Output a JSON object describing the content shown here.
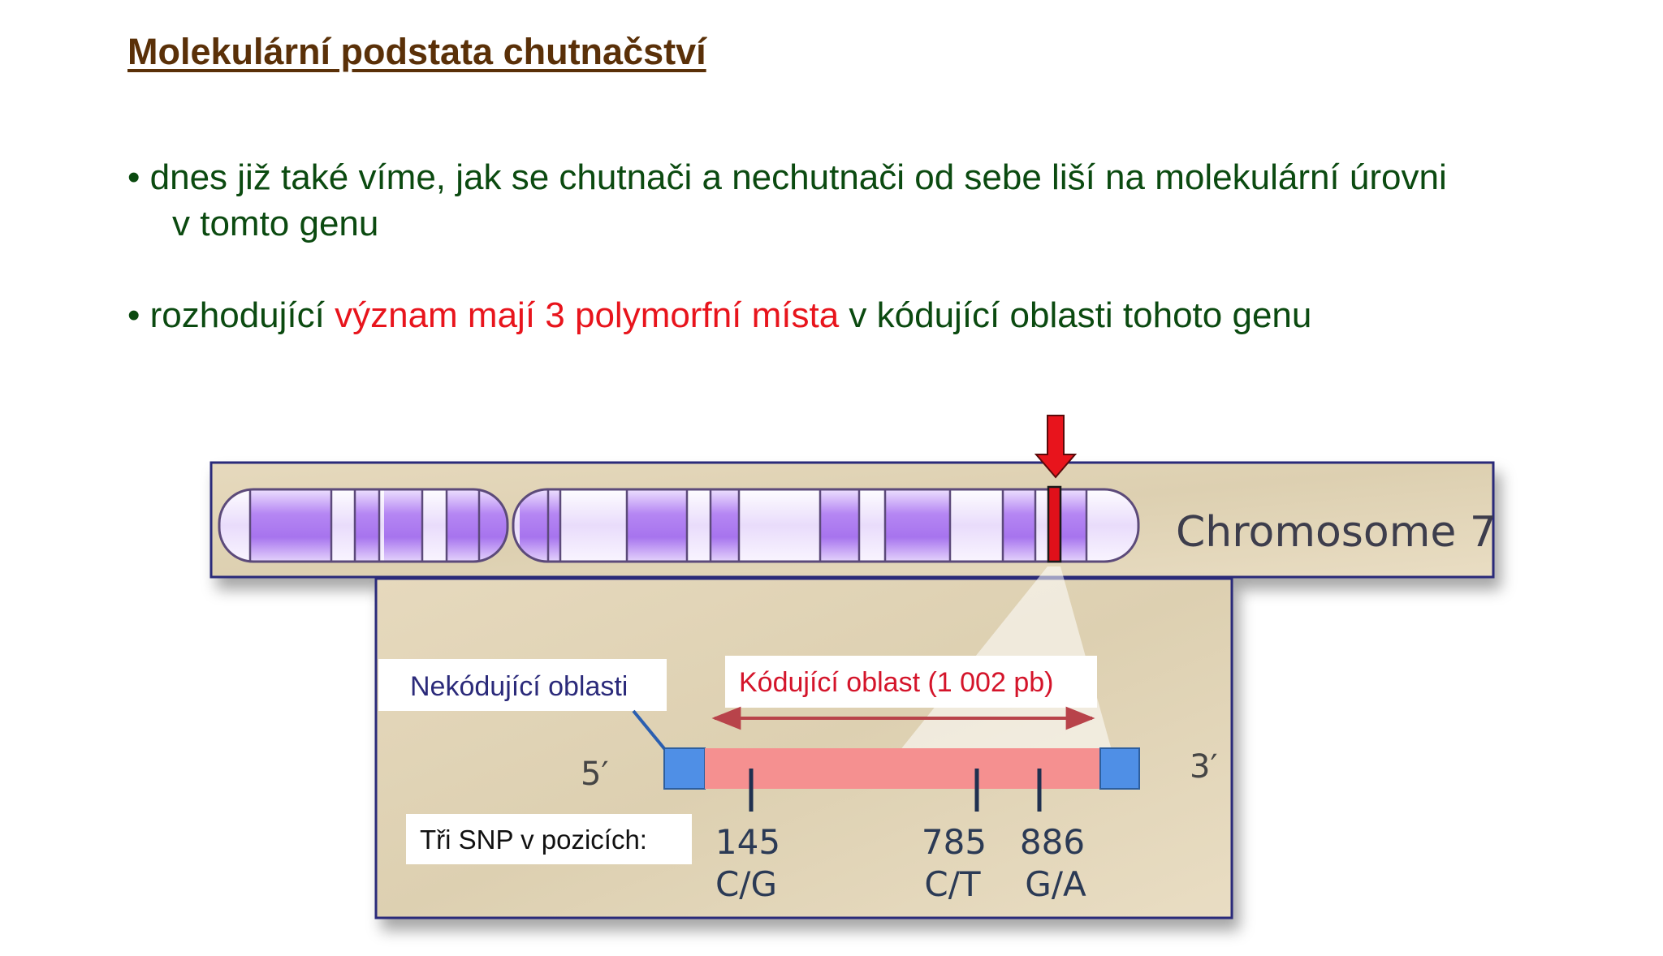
{
  "slide": {
    "title": "Molekulární podstata chutnačství",
    "bullets": [
      {
        "lines": [
          "dnes již také víme, jak se chutnači a nechutnači od sebe liší na molekulární úrovni",
          "v tomto genu"
        ]
      },
      {
        "parts": [
          {
            "text": "rozhodující ",
            "color": "#0b4a10"
          },
          {
            "text": "význam mají 3 polymorfní místa",
            "color": "#e8141c"
          },
          {
            "text": " v kódující oblasti tohoto genu",
            "color": "#0b4a10"
          }
        ]
      }
    ]
  },
  "figure": {
    "chromosome_label": "Chromosome 7",
    "noncoding_label": "Nekódující oblasti",
    "coding_label": "Kódující oblast (1 002 pb)",
    "five_prime": "5′",
    "three_prime": "3′",
    "snp_label": "Tři SNP v pozicích:",
    "snps": [
      {
        "position": "145",
        "alleles": "C/G"
      },
      {
        "position": "785",
        "alleles": "C/T"
      },
      {
        "position": "886",
        "alleles": "G/A"
      }
    ],
    "colors": {
      "coding": "#f59090",
      "noncoding": "#4f8fe6",
      "marker": "#e0101a",
      "frame": "#2b2a7a",
      "band_dark": "#b285f0",
      "band_light": "#f0e6fc"
    }
  }
}
